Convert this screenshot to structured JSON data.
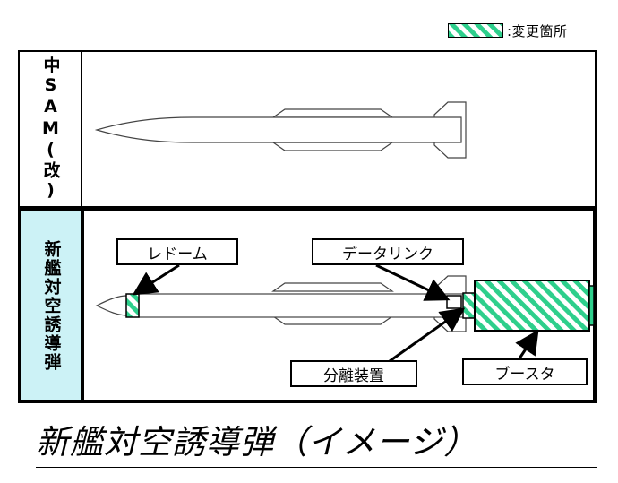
{
  "legend": {
    "label": ":変更箇所",
    "hatch_color": "#2ecf8c"
  },
  "rows": [
    {
      "label": "中SAM(改)",
      "bg": "#ffffff"
    },
    {
      "label": "新艦対空誘導弾",
      "bg": "#ccf2f6"
    }
  ],
  "callouts": {
    "radome": "レドーム",
    "datalink": "データリンク",
    "separation": "分離装置",
    "booster": "ブースタ"
  },
  "caption": "新艦対空誘導弾（イメージ）"
}
